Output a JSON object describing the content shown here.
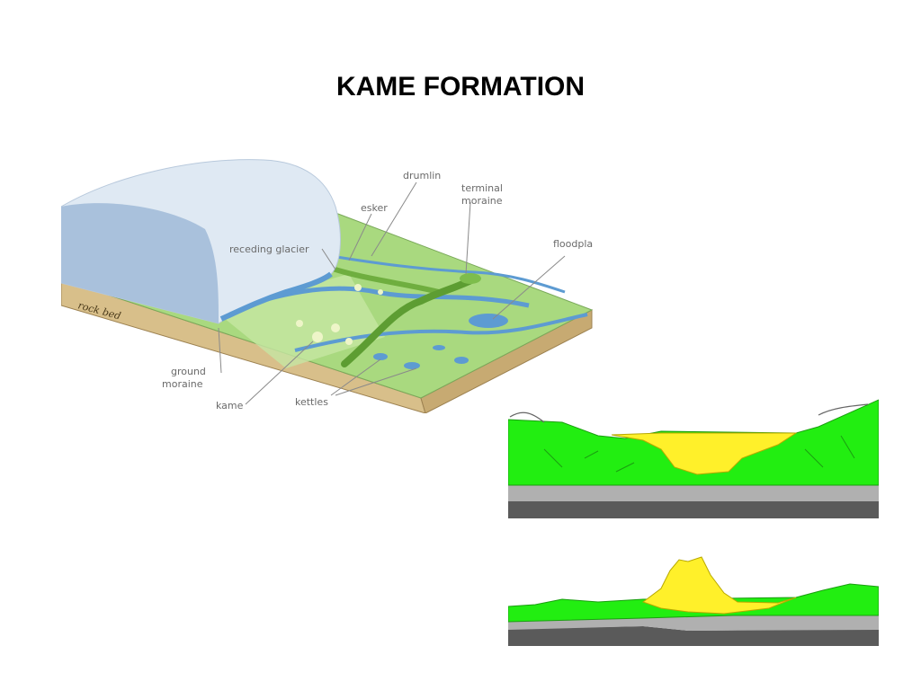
{
  "slide": {
    "title": "KAME FORMATION"
  },
  "block_diagram": {
    "labels": {
      "drumlin": "drumlin",
      "terminal_moraine_line1": "terminal",
      "terminal_moraine_line2": "moraine",
      "esker": "esker",
      "receding_glacier": "receding glacier",
      "floodplain": "floodpla",
      "rock_bed": "rock bed",
      "ground_moraine_line1": "ground",
      "ground_moraine_line2": "moraine",
      "kame": "kame",
      "kettles": "kettles"
    }
  },
  "colors": {
    "glacier": "#dfe9f3",
    "glacier_shadow": "#a9c1dc",
    "land": "#a9d97f",
    "water": "#5d9bd2",
    "rock_bed": "#d8bf8a",
    "rock_bed_dark": "#b59a62",
    "section_green": "#22ee11",
    "section_yellow": "#fff02a",
    "section_gray": "#b0b0b0",
    "section_dark": "#5a5a5a"
  }
}
